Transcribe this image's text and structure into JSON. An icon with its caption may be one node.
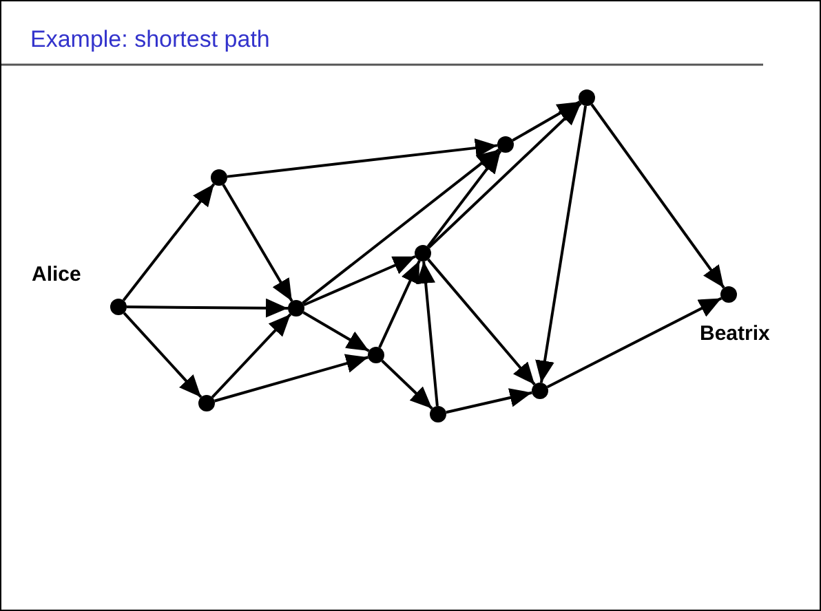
{
  "diagram": {
    "title": "Example: shortest path",
    "nodes": [
      {
        "text": [],
        "shape": "circle",
        "beside": [
          "Alice"
        ]
      },
      {
        "text": [],
        "shape": "circle"
      },
      {
        "text": [],
        "shape": "circle"
      },
      {
        "text": [],
        "shape": "circle"
      },
      {
        "text": [],
        "shape": "circle"
      },
      {
        "text": [],
        "shape": "circle"
      },
      {
        "text": [],
        "shape": "circle"
      },
      {
        "text": [],
        "shape": "circle"
      },
      {
        "text": [],
        "shape": "circle"
      },
      {
        "text": [],
        "shape": "circle"
      },
      {
        "text": [],
        "shape": "circle",
        "beside": [
          "Beatrix"
        ]
      }
    ],
    "edges": [
      {
        "from": 0,
        "to": 1,
        "arrow": "to"
      },
      {
        "from": 0,
        "to": 3,
        "arrow": "to"
      },
      {
        "from": 0,
        "to": 2,
        "arrow": "to"
      },
      {
        "from": 1,
        "to": 7,
        "arrow": "to"
      },
      {
        "from": 1,
        "to": 3,
        "arrow": "to"
      },
      {
        "from": 2,
        "to": 3,
        "arrow": "to"
      },
      {
        "from": 2,
        "to": 4,
        "arrow": "to"
      },
      {
        "from": 3,
        "to": 4,
        "arrow": "to"
      },
      {
        "from": 3,
        "to": 5,
        "arrow": "to"
      },
      {
        "from": 3,
        "to": 7,
        "arrow": "to"
      },
      {
        "from": 4,
        "to": 5,
        "arrow": "to"
      },
      {
        "from": 4,
        "to": 6,
        "arrow": "to"
      },
      {
        "from": 6,
        "to": 5,
        "arrow": "to"
      },
      {
        "from": 5,
        "to": 7,
        "arrow": "to"
      },
      {
        "from": 5,
        "to": 8,
        "arrow": "to"
      },
      {
        "from": 7,
        "to": 8,
        "arrow": "to"
      },
      {
        "from": 5,
        "to": 9,
        "arrow": "to"
      },
      {
        "from": 6,
        "to": 9,
        "arrow": "to"
      },
      {
        "from": 8,
        "to": 9,
        "arrow": "to"
      },
      {
        "from": 8,
        "to": 10,
        "arrow": "to"
      },
      {
        "from": 9,
        "to": 10,
        "arrow": "to"
      }
    ]
  }
}
